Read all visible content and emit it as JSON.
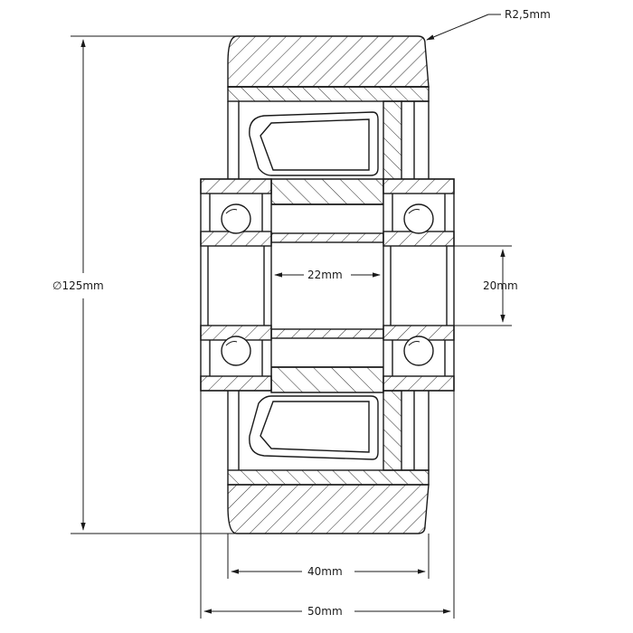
{
  "drawing": {
    "title": "",
    "dimensions": {
      "outer_radius": "R2,5mm",
      "outer_diameter": "∅125mm",
      "bore_distance": "22mm",
      "bore_diameter": "20mm",
      "tread_width": "40mm",
      "hub_width": "50mm"
    }
  },
  "colors": {
    "line": "#1a1a1a",
    "hatch": "#2a2a2a",
    "background": "#ffffff"
  }
}
